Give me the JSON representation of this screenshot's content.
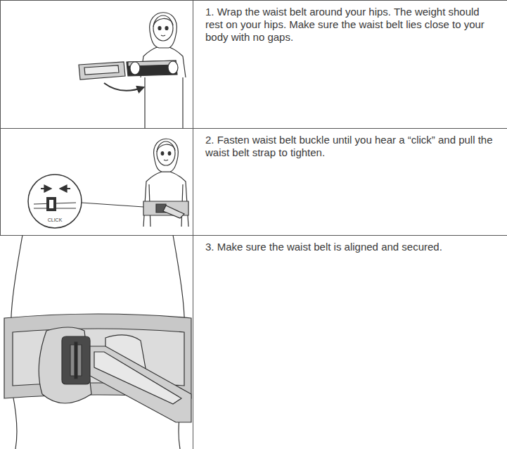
{
  "diagram": {
    "labels": [
      "1. Wrap the waist belt around your hips. The weight should rest on your hips. Make sure the waist belt lies close to your body with no gaps.",
      "CLICK",
      "2. Fasten waist belt buckle until you hear a “click” and pull the waist belt strap to tighten.",
      "3. Make sure the waist belt is aligned and secured."
    ]
  }
}
